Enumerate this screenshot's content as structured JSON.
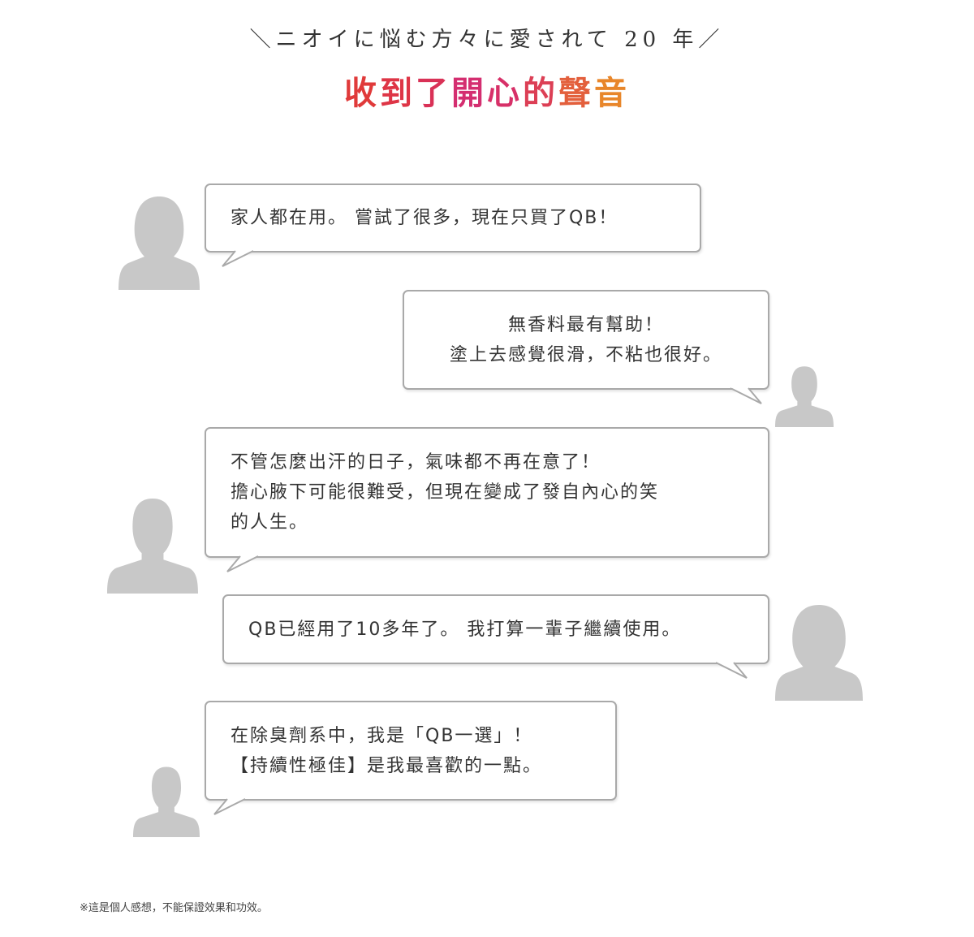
{
  "header": {
    "subtitle": "＼ニオイに悩む方々に愛されて 20 年／",
    "title_chars": [
      "收",
      "到",
      "了",
      "開",
      "心",
      "的",
      "聲",
      "音"
    ],
    "title_colors": [
      "#e03a3a",
      "#de3546",
      "#d93156",
      "#d42e70",
      "#d73068",
      "#dc3f55",
      "#e35f3c",
      "#e8862a"
    ]
  },
  "reviews": [
    {
      "lines": [
        "家人都在用。 嘗試了很多，現在只買了QB！"
      ],
      "avatar": "female-avatar-icon"
    },
    {
      "lines": [
        "無香料最有幫助！",
        "塗上去感覺很滑，不粘也很好。"
      ],
      "avatar": "male-avatar-icon"
    },
    {
      "lines": [
        "不管怎麼出汗的日子，氣味都不再在意了！",
        "擔心腋下可能很難受，但現在變成了發自內心的笑",
        "的人生。"
      ],
      "avatar": "male-avatar-icon"
    },
    {
      "lines": [
        "QB已經用了10多年了。 我打算一輩子繼續使用。"
      ],
      "avatar": "female-avatar-icon"
    },
    {
      "lines": [
        "在除臭劑系中，我是「QB一選」！",
        "【持續性極佳】是我最喜歡的一點。"
      ],
      "avatar": "male-avatar-icon"
    }
  ],
  "footnote": "※這是個人感想，不能保證效果和功效。",
  "colors": {
    "avatar": "#c8c8c8",
    "border": "#a9a9a9"
  }
}
